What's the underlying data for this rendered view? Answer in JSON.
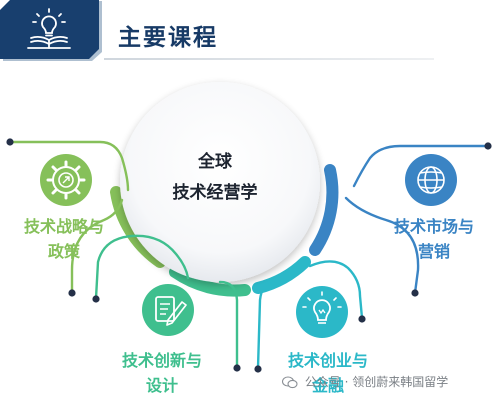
{
  "header": {
    "title": "主要课程",
    "icon": "lightbulb-book-icon",
    "accent_color": "#173a66"
  },
  "diagram": {
    "center": {
      "line1": "全球",
      "line2": "技术经营学"
    },
    "branches": [
      {
        "line1": "技术战略与",
        "line2": "政策",
        "icon": "gear-icon",
        "color": "#86c05a"
      },
      {
        "line1": "技术创新与",
        "line2": "设计",
        "icon": "document-pen-icon",
        "color": "#3fbf8e"
      },
      {
        "line1": "技术创业与",
        "line2": "金融",
        "icon": "lightbulb-icon",
        "color": "#2bb8c8"
      },
      {
        "line1": "技术市场与",
        "line2": "营销",
        "icon": "globe-icon",
        "color": "#3a84c4"
      }
    ]
  },
  "watermark": {
    "text": "公众号 · 领创蔚来韩国留学",
    "icon": "wechat-icon"
  }
}
